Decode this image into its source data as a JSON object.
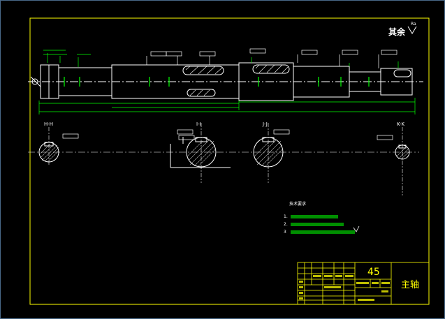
{
  "drawing": {
    "surface_mark": "其余",
    "surface_value": "Ra",
    "section_labels": [
      "H-H",
      "I-I",
      "J-J",
      "K-K"
    ],
    "tech_title": "技术要求",
    "tech_lines": [
      "1.",
      "2.",
      "3"
    ],
    "material": "45",
    "part_name": "主轴"
  },
  "colors": {
    "background": "#000000",
    "frame": "#ffff00",
    "outline": "#ffffff",
    "dimension": "#00ff00",
    "center": "#ffffff"
  }
}
